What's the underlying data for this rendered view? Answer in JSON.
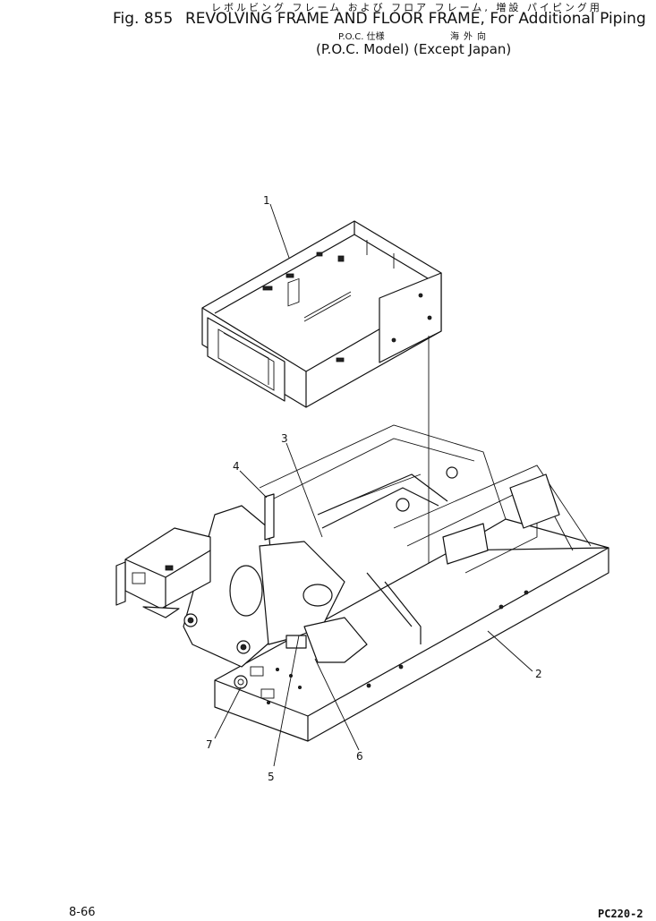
{
  "header": {
    "jp_title": "レボルビング フレーム および フロア フレーム, 増設 パイピング用",
    "fig_label": "Fig. 855",
    "title": "REVOLVING FRAME AND FLOOR FRAME, For Additional Piping",
    "poc_jp": "P.O.C. 仕様",
    "except_jp": "海外向",
    "subtitle": "(P.O.C. Model) (Except Japan)"
  },
  "callouts": [
    "1",
    "2",
    "3",
    "4",
    "5",
    "6",
    "7"
  ],
  "footer": {
    "page": "8-66",
    "model": "PC220-2"
  }
}
